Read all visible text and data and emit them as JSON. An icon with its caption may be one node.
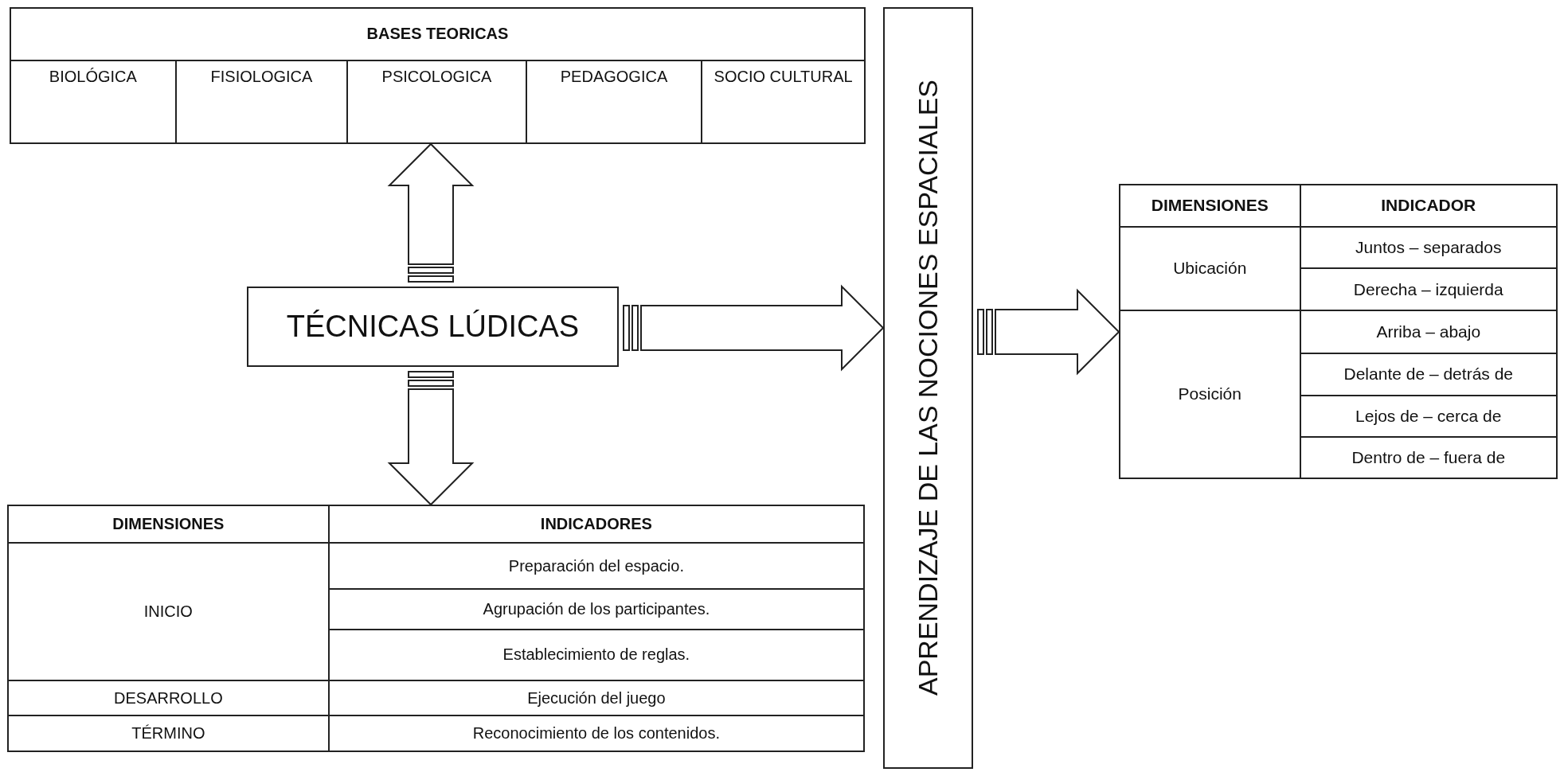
{
  "diagram": {
    "nodes": [
      {
        "text": [
          "BASES TEORICAS",
          "BIOLÓGICA",
          "FISIOLOGICA",
          "PSICOLOGICA",
          "PEDAGOGICA",
          "SOCIO CULTURAL"
        ]
      },
      {
        "text": [
          "TÉCNICAS LÚDICAS"
        ]
      },
      {
        "text": [
          "DIMENSIONES",
          "INDICADORES",
          "INICIO",
          "Preparación del espacio.",
          "Agrupación de los participantes.",
          "Establecimiento de reglas.",
          "DESARROLLO",
          "Ejecución del juego",
          "TÉRMINO",
          "Reconocimiento de los contenidos."
        ]
      },
      {
        "text": [
          "APRENDIZAJE DE LAS NOCIONES ESPACIALES"
        ]
      },
      {
        "text": [
          "DIMENSIONES",
          "INDICADOR",
          "Ubicación",
          "Juntos – separados",
          "Derecha – izquierda",
          "Posición",
          "Arriba – abajo",
          "Delante de – detrás de",
          "Lejos de – cerca de",
          "Dentro de – fuera de"
        ]
      }
    ],
    "edges": [
      {
        "from": 1,
        "to": 0,
        "arrow": "to"
      },
      {
        "from": 1,
        "to": 2,
        "arrow": "to"
      },
      {
        "from": 1,
        "to": 3,
        "arrow": "to"
      },
      {
        "from": 3,
        "to": 4,
        "arrow": "to"
      }
    ]
  }
}
